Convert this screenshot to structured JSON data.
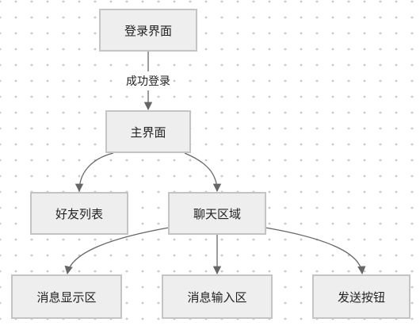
{
  "nodes": {
    "login": "登录界面",
    "main": "主界面",
    "friends": "好友列表",
    "chat": "聊天区域",
    "display": "消息显示区",
    "input": "消息输入区",
    "send": "发送按钮"
  },
  "edges": {
    "login_to_main": "成功登录"
  },
  "colors": {
    "node_fill": "#eeeeee",
    "node_border": "#c4c4c4",
    "edge": "#666666",
    "grid_dot": "#c8c8c8"
  }
}
